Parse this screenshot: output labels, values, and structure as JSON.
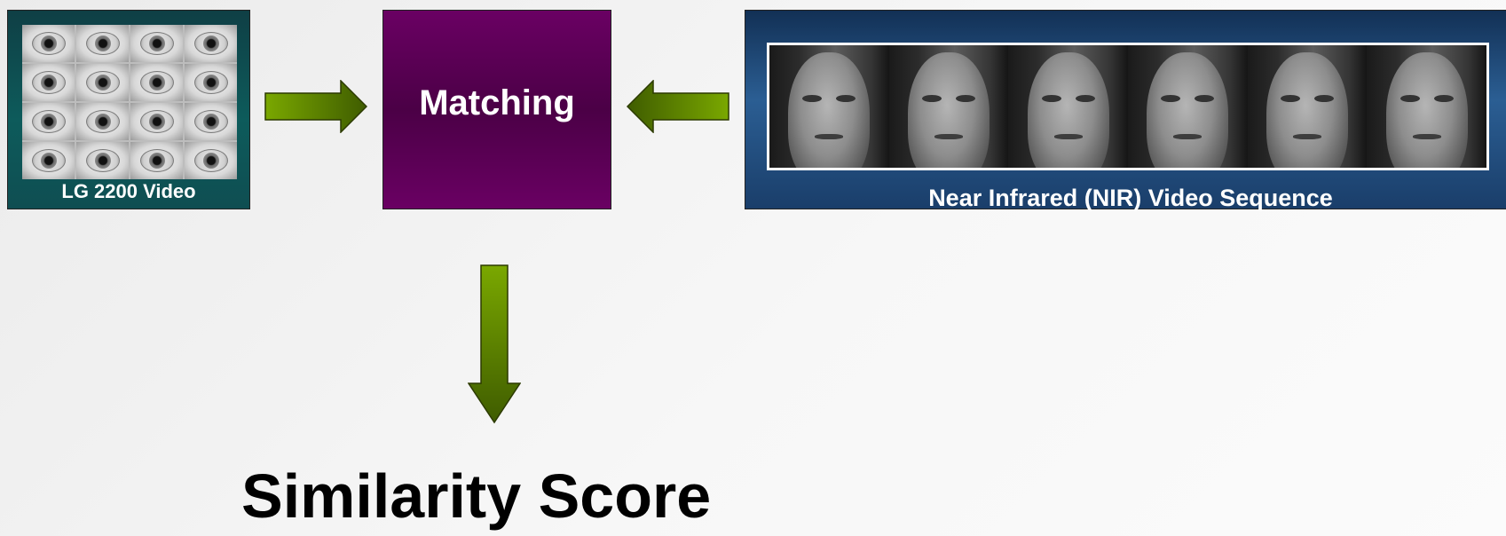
{
  "left_panel": {
    "label": "LG 2200 Video",
    "eye_images": 16
  },
  "center_box": {
    "label": "Matching"
  },
  "right_panel": {
    "label": "Near Infrared (NIR) Video Sequence",
    "face_images": 6
  },
  "result": {
    "label": "Similarity Score"
  },
  "colors": {
    "left_panel": "#0d5b5b",
    "center_box": "#5a0055",
    "right_panel": "#2b5e93",
    "arrow": "#5f8a00"
  }
}
